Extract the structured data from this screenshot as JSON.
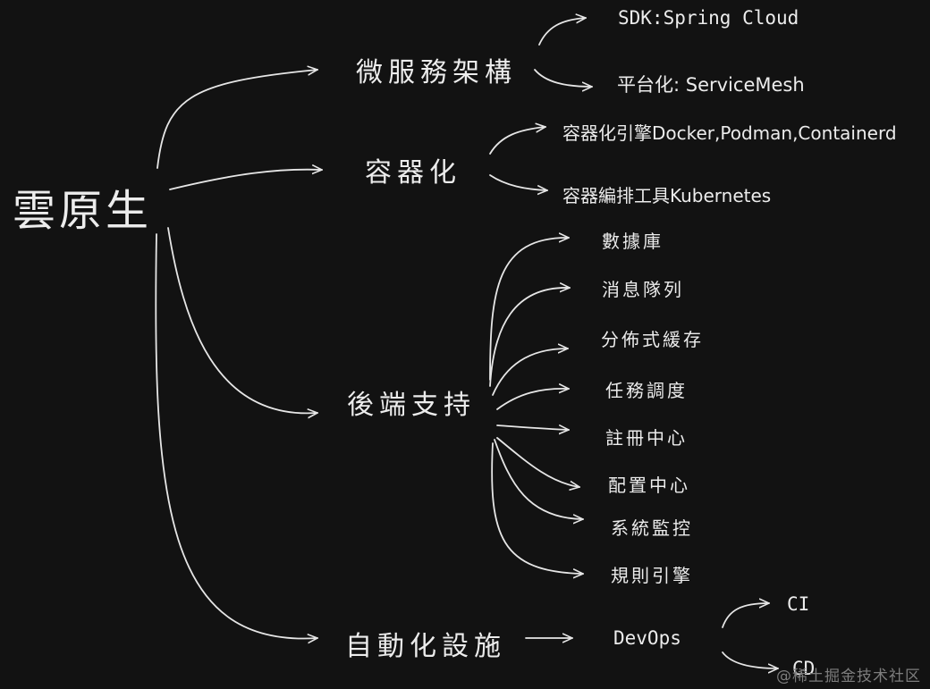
{
  "colors": {
    "background": "#121212",
    "text": "#ececec",
    "line": "#e6e6e6",
    "watermark": "#7d7d7d"
  },
  "root": "雲原生",
  "branches": {
    "microservices": {
      "label": "微服務架構",
      "children": [
        "SDK:Spring Cloud",
        "平台化: ServiceMesh"
      ]
    },
    "containerization": {
      "label": "容器化",
      "children": [
        "容器化引擎Docker,Podman,Containerd",
        "容器編排工具Kubernetes"
      ]
    },
    "backend_support": {
      "label": "後端支持",
      "children": [
        "數據庫",
        "消息隊列",
        "分佈式緩存",
        "任務調度",
        "註冊中心",
        "配置中心",
        "系統監控",
        "規則引擎"
      ]
    },
    "automation": {
      "label": "自動化設施",
      "devops": "DevOps",
      "children": [
        "CI",
        "CD"
      ]
    }
  },
  "watermark": "@稀土掘金技术社区"
}
